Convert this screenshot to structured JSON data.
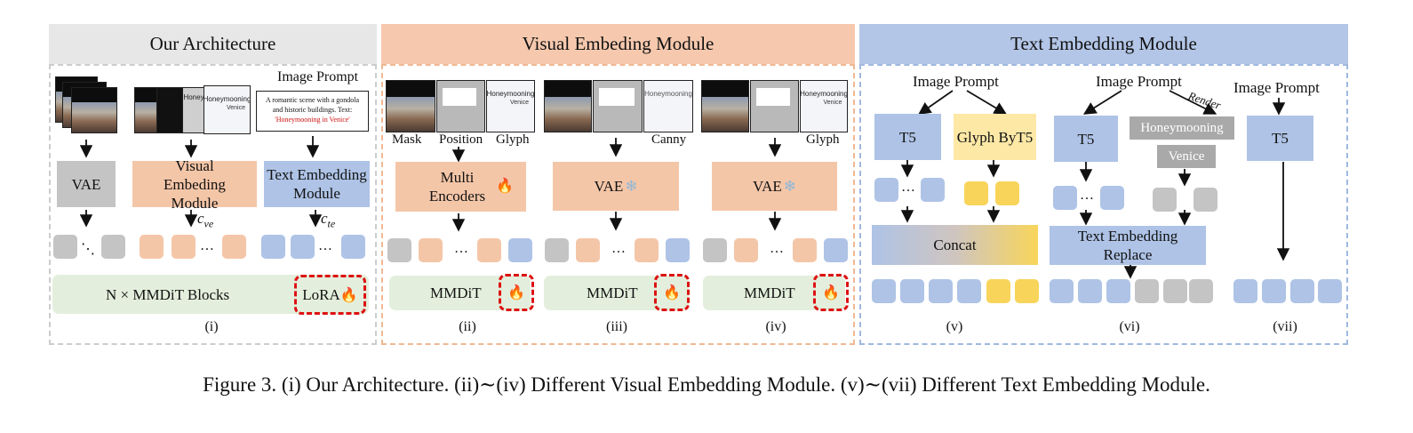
{
  "colors": {
    "gray_header": "#e7e7e7",
    "orange_header": "#f6c9ae",
    "blue_header": "#b3c6e7",
    "gray_token": "#c4c4c4",
    "orange_token": "#f4c6a8",
    "blue_token": "#aec3e6",
    "yellow_token": "#f8d55a",
    "green_block": "#e3efdc",
    "orange_panel_border": "#f0b892",
    "blue_panel_border": "#9fb8df",
    "gray_panel_border": "#cccccc",
    "lora_border": "#dd1111"
  },
  "sections": {
    "architecture": "Our Architecture",
    "visual": "Visual Embeding Module",
    "text": "Text Embedding Module"
  },
  "arch": {
    "image_prompt": "Image Prompt",
    "prompt_line1": "A romantic scene with a gondola",
    "prompt_line2": "and historic buildings.  Text:",
    "prompt_line3": "'Honeymooning in Venice'",
    "vae": "VAE",
    "visual_module": "Visual Embeding Module",
    "text_module": "Text Embedding Module",
    "c_ve": "c",
    "c_ve_sub": "ve",
    "c_te": "c",
    "c_te_sub": "te",
    "mmdit_blocks": "N ×  MMDiT Blocks",
    "lora": "LoRA",
    "roman": "(i)"
  },
  "glyph": {
    "line1": "Honeymooning",
    "line2": "Venice",
    "line1_partial": "Honey"
  },
  "visual": {
    "mask": "Mask",
    "position": "Position",
    "glyph": "Glyph",
    "canny": "Canny",
    "multi_encoders": "Multi Encoders",
    "vae": "VAE",
    "mmdit": "MMDiT",
    "roman_ii": "(ii)",
    "roman_iii": "(iii)",
    "roman_iv": "(iv)"
  },
  "text": {
    "image_prompt": "Image Prompt",
    "t5": "T5",
    "glyph_byt5": "Glyph ByT5",
    "concat": "Concat",
    "render": "Render",
    "honeymooning": "Honeymooning",
    "venice": "Venice",
    "replace": "Text Embedding Replace",
    "roman_v": "(v)",
    "roman_vi": "(vi)",
    "roman_vii": "(vii)"
  },
  "caption": "Figure 3. (i) Our Architecture. (ii)∼(iv) Different Visual Embedding Module. (v)∼(vii) Different Text Embedding Module."
}
